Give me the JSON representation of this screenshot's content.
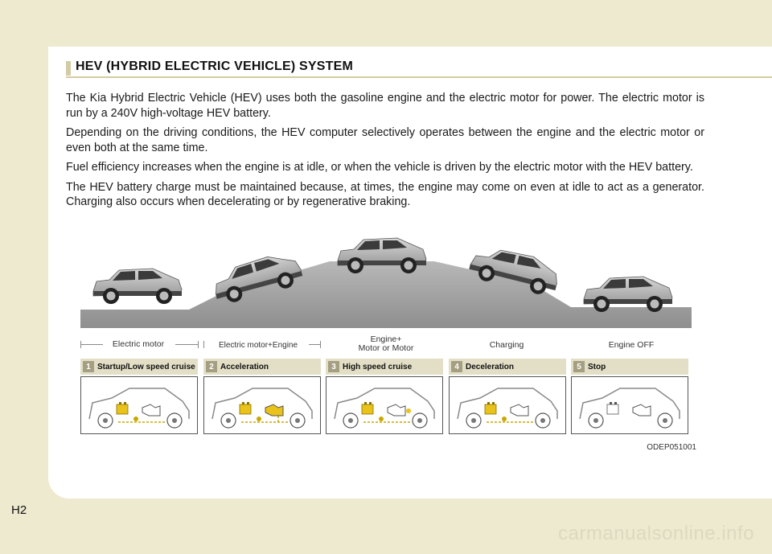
{
  "section": {
    "title": "HEV (HYBRID ELECTRIC VEHICLE) SYSTEM"
  },
  "paragraphs": [
    "The Kia Hybrid Electric Vehicle (HEV) uses both the gasoline engine and the electric motor for power. The electric motor is run by a 240V high-voltage HEV battery.",
    "Depending on the driving conditions, the HEV computer selectively operates between the engine and the electric motor or even both at the same time.",
    "Fuel efficiency increases when the engine is at idle, or when the vehicle is driven by the electric motor with the HEV battery.",
    "The HEV battery charge must be maintained because, at times, the engine may come on even at idle to act as a generator. Charging also occurs when decelerating or by regenerative braking."
  ],
  "figure": {
    "modes": {
      "electric_motor": "Electric motor",
      "motor_engine": "Electric motor+Engine",
      "engine_motor_line1": "Engine+",
      "engine_motor_line2": "Motor or Motor",
      "charging": "Charging",
      "engine_off": "Engine OFF"
    },
    "steps": [
      {
        "num": "1",
        "label": "Startup/Low speed cruise"
      },
      {
        "num": "2",
        "label": "Acceleration"
      },
      {
        "num": "3",
        "label": "High speed cruise"
      },
      {
        "num": "4",
        "label": "Deceleration"
      },
      {
        "num": "5",
        "label": "Stop"
      }
    ],
    "code": "ODEP051001",
    "colors": {
      "battery": "#e9c21a",
      "flow": "#c9a800",
      "road": "#a5a5a5",
      "accent": "#d2cba4"
    }
  },
  "page": {
    "number": "H2"
  },
  "watermark": "carmanualsonline.info"
}
